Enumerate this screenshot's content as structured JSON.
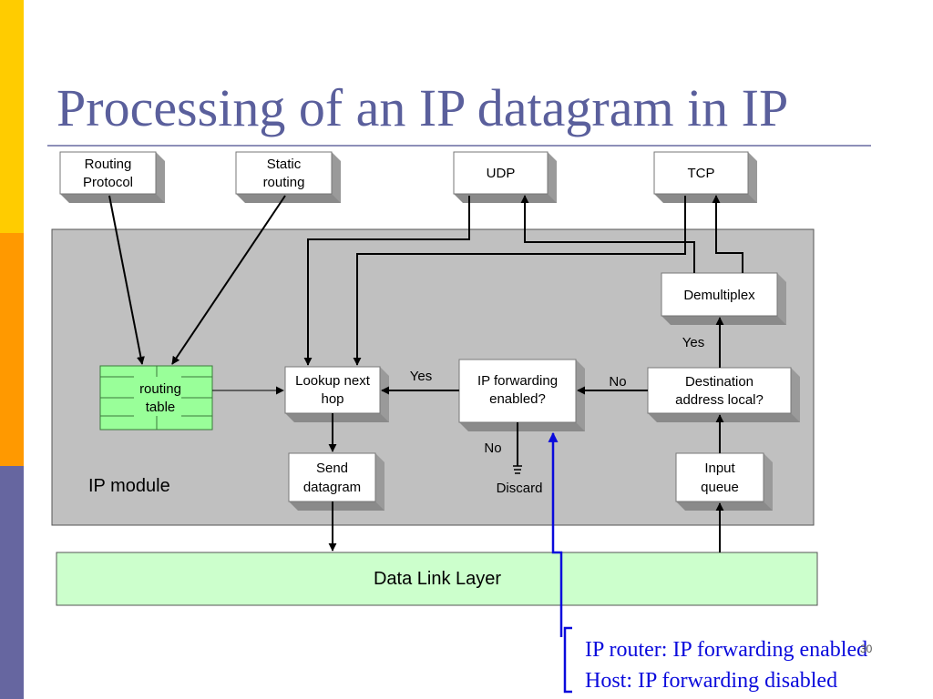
{
  "slide": {
    "title": "Processing of an IP datagram in IP",
    "number": "30",
    "stripe_colors": [
      "#ffcc00",
      "#ff9900",
      "#6666a0"
    ]
  },
  "diagram": {
    "boxes": {
      "routing_protocol": [
        "Routing",
        "Protocol"
      ],
      "static_routing": [
        "Static",
        "routing"
      ],
      "udp": [
        "UDP"
      ],
      "tcp": [
        "TCP"
      ],
      "demultiplex": [
        "Demultiplex"
      ],
      "routing_table": [
        "routing",
        "table"
      ],
      "lookup_next_hop": [
        "Lookup next",
        "hop"
      ],
      "ip_forwarding_enabled": [
        "IP forwarding",
        "enabled?"
      ],
      "destination_address_local": [
        "Destination",
        "address local?"
      ],
      "send_datagram": [
        "Send",
        "datagram"
      ],
      "input_queue": [
        "Input",
        "queue"
      ]
    },
    "module_label": "IP module",
    "data_link_layer": "Data Link Layer",
    "edge_labels": {
      "yes_forwarding": "Yes",
      "no_local": "No",
      "yes_local": "Yes",
      "no_forwarding": "No",
      "discard": "Discard"
    },
    "colors": {
      "module_fill": "#c0c0c0",
      "routing_table_fill": "#99ff99",
      "data_link_fill": "#ccffcc",
      "annotation": "#0a0adc"
    }
  },
  "annotation": {
    "router": "IP router: IP forwarding enabled",
    "host": "Host: IP forwarding disabled"
  }
}
